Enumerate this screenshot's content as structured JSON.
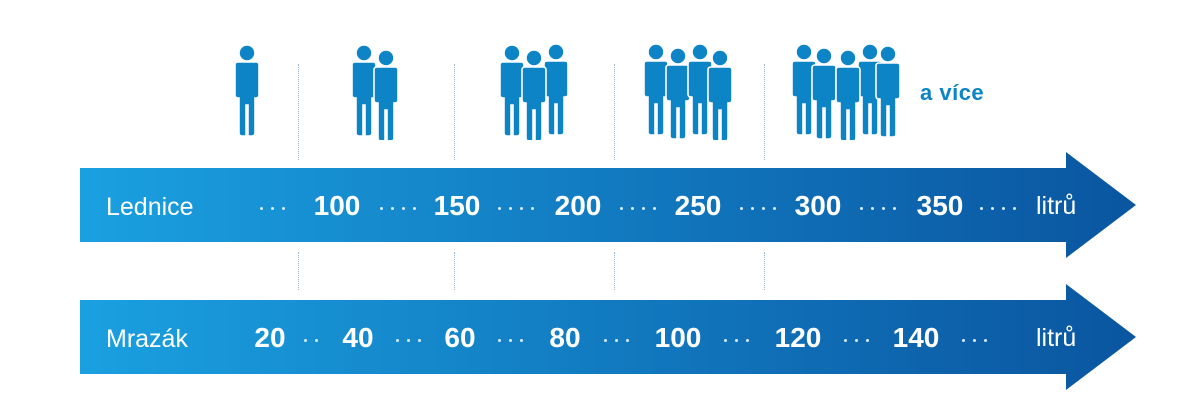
{
  "people_groups": [
    {
      "count": 1
    },
    {
      "count": 2
    },
    {
      "count": 3
    },
    {
      "count": 4
    },
    {
      "count": 5
    }
  ],
  "more_label": "a více",
  "rows": [
    {
      "label": "Lednice",
      "ticks": [
        "100",
        "150",
        "200",
        "250",
        "300",
        "350"
      ],
      "unit": "litrů"
    },
    {
      "label": "Mrazák",
      "ticks": [
        "20",
        "40",
        "60",
        "80",
        "100",
        "120",
        "140"
      ],
      "unit": "litrů"
    }
  ],
  "colors": {
    "person": "#0c84c6",
    "arrow_start": "#1aa0e0",
    "arrow_end": "#0a55a0",
    "text": "#ffffff"
  }
}
